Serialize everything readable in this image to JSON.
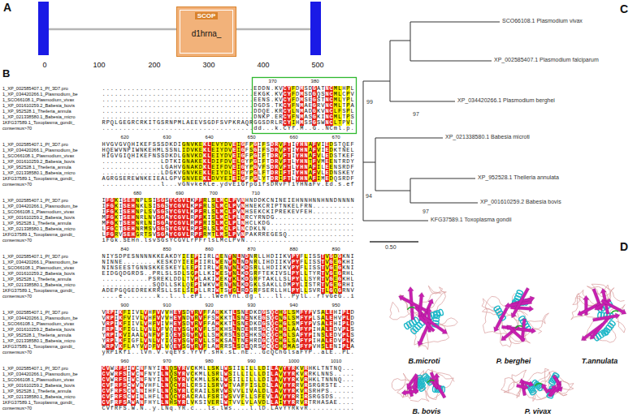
{
  "diagram": {
    "nodes": [
      {
        "text": [
          "SCOP",
          "d1hrna_"
        ]
      }
    ],
    "labels": [
      "A",
      "0",
      "100",
      "200",
      "300",
      "400",
      "500",
      "B",
      "370",
      "380",
      "1_XP_002585407.1_Pf_3D7.pro",
      "....................................EDDN.KVCYFDMSDGATNCMLHPL",
      "1_XP_034420266.1_Plasmodium_be",
      "....................................EKGK.KVCYFDMSDGQSNCMLCPV",
      "1_SCO66108.1_Plasmodium_vivax",
      "....................................EENS.KVCYFDMSEGSTNCMLYPL",
      "1_XP_001610259.2_Babesia_bovis",
      "....................................DGDS.TKCYFNMAEGRVNCMLTPA",
      "1_XP_952528.1_Theileria_annula",
      "....................................DDQE.KRCYLNMADGKVNCLFSPL",
      "1_XP_021338580.1_Babesia_micro",
      "....................................DNKP.ERCYFNMASGKINCMLTPS",
      "1KFG37589.1_Toxoplasma_gondii_",
      "RPQLGEGRCRKITGSRNPMLAEEVSGDFSVPKRAQRGGSDRLRCYIHMSSGSWNCLTPVL",
      "consensus>70",
      "....................................dd...k.CYf.M..G..NCml.p.",
      "620",
      "630",
      "640",
      "650",
      "660",
      "670",
      "1_XP_002585407.1_Pf_3D7.pro",
      "HVGVGVQHIKEFSSSDKDIGNVKEKLEVYDVEIGFPGIFSDRVFTIYHNAFVIEDSTQEF",
      "1_XP_034420266.1_Plasmodium_be",
      "HQEWVNPIWNKEHMLSSNLIDVKEKLEIYDVEIGFSGIFSDRVFTIYHNAFVIEDKTNEL",
      "1_SCO66108.1_Plasmodium_vivax",
      "HIGVGIQHIKEFNSSDKDLGNVKDKLEIYDVEIGFPGIFTDRVFTIYHNAFVLEDSTKEF",
      "1_XP_001610259.2_Babesia_bovis",
      "..............LDTKIGNAKEKLDIFDVELGYPGIFTDRVFTLYHNTFVMEENTRDY",
      "1_XP_952528.1_Theileria_annula",
      "..............LGAHVGNAKDKLEIFDVEIGYPGVFSDRVFTLYHNAFILEENSRDF",
      "1_XP_021338580.1_Babesia_micro",
      "..............LDGKVGNVKEKLEIYDLEIGYPGLFTDRIFTIYHNAFVLEDNSKEY",
      "1KFG37589.1_Toxoplasma_gondii_",
      "AGRGSEREWNKEIEALGPVGNVEEKLDVYEIEIGFPGLYTDRIFTLYHNAFIMEDQSRDF",
      "consensus>70",
      "..............l...vGNvkeKLe.ydvEiGfpGifsDRvFTiYHNaFv.Ed.s.ef",
      "680",
      "690",
      "700",
      "710",
      "1_XP_002585407.1_Pf_3D7.pro",
      "IFGKISEHNPLSISGSYCGVLKPFRLSLMCLPVNHNDDKCNINEIEHNNHNNHNNDNNNN",
      "1_XP_034420266.1_Plasmodium_be",
      "IFGKISEHNKLSISGSYCGVLKPFRLSLMCLPVNHNEKCRIPTNKELFRN..........",
      "1_SCO66108.1_Plasmodium_vivax",
      "IFGKISEHNPLSVSGSYCGVLKPFRLSLMCLPVNHSEKCKIPREKEVFEH..........",
      "1_XP_001610259.2_Babesia_bovis",
      "MFGKTSEHNRLNVSGAYCGVLRPFKISLMCLPLNRCYRNDG...................",
      "1_XP_952528.1_Theileria_annula",
      "MFGKTSEHNRLNISGAYCGVLRPFRISLMCLPLNHCLKDG....................",
      "1_XP_021338580.1_Babesia_micro",
      "LFGCTSEHNRMSVSGSYCGVLRPFRLSLMCLPLNCDKLN.....................",
      "1KFG37589.1_Toxoplasma_gondii_",
      "LFGRVSEHGRTSVSGAYCGVLRPFRMTLMSLPVNPAKRREGESQ................",
      "consensus>70",
      "iFGk.SEHn.lsvSGsYCGVLrPFrlsLMcLPvN..........................",
      "840",
      "850",
      "860",
      "870",
      "880",
      "890",
      "1_XP_002585407.1_Pf_3D7.pro",
      "NIYSDPESNNNNKKEAKDYIEEPIIRLWENYNLNDNRLLHDIIKVPYFLISSTVGDGKNI",
      "1_XP_034420266.1_Plasmodium_be",
      "NINNE........KESKDYIEEPIIRLWENYNLNDNRLIHDIIKVPYFLISSTVGEGKHI",
      "1_SCO66108.1_Plasmodium_vivax",
      "NINSEESTGNNSKKESKEYLEEPIIRLWENYNLKDSRLLHDIIKVPYFLISSTVGEGKNI",
      "1_XP_001610259.2_Babesia_bovis",
      "EIDGQDGRDS..PRLSLSDLSGPLLKIWESYNLKDGRFTEKIVSLPYLLTYRTVGEGRHL",
      "1_XP_952528.1_Theileria_annula",
      "...........PSREKLDDLTVPLAKIWEKYKLKDGRFTAKLLSLPYLLSYRTVGEGKHL",
      "1_XP_021338580.1_Babesia_micro",
      "............SQDLLSKLQEPIWKVWENYNLKDGKLSAKLLDMPYLISTRTVGEGRHI",
      "1KFG37589.1_Toxoplasma_gondii_",
      "ADEPGQGEDREKRRSLLSELSEPLLRIWTSYGLRDGRFSERLLHLPYLLSVRTLGQGRNV",
      "consensus>70",
      "....e........k..l..l.ePi..lWenYnL.dg.l...ll..PylL..rTvGeG..i",
      "900",
      "910",
      "920",
      "930",
      "940",
      "950",
      "1_XP_002585407.1_Pf_3D7.pro",
      "VRPIKFIIVLVHFVVVHEYSDYRVFFAHKKTLSNEDKDGSQCHGLSMFYPVSALEHIPLD",
      "1_XP_034420266.1_Plasmodium_be",
      "VRPIKFVIVLVHFVVVHEYNDYRVFFSHKKTLSNENKEGSQCNGLSMFYPLSALEHVPLD",
      "1_SCO66108.1_Plasmodium_vivax",
      "VRPIKFIIVLVHFVIVHEYSDYRVFFAHKKTLSNEDKDGSQCHGLSMFYPVSALEHIPLD",
      "1_XP_001610259.2_Babesia_bovis",
      "FRPLKFIGLLVNLVFVQEYSGYKVFLSHKHSLNDEHRSGCQCHGLAAFYPIHALEDVPLS",
      "1_XP_952528.1_Theileria_annula",
      "YRPIKVIAALVNFVFIQEYSGYRVLLSHKRSLSDEHKSGCQCHGLSAFYPINSLEDVPLS",
      "1_XP_021338580.1_Babesia_micro",
      "YRPLKFIGFLVNLVYIQEYSGYRVLLSHKSALTNEHRDGCQCHGLSAFYPIHALEDVPLK",
      "1KFG37589.1_Toxoplasma_gondii_",
      "WRPVKFLAYVVDFVLVQEYSGYRVFLAHRRSLSDEQRSGCQCHGMASFYPVHSLENIPLA",
      "consensus>70",
      "yRPiKfi..lVn.V.vqEYs.YrVf.sHk.sL.nE...GcQChGlsaFYP..aLE..PL.",
      "960",
      "970",
      "980",
      "990",
      "1000",
      "1010",
      "1_XP_002585407.1_Pf_3D7.pro",
      "CVWRFSIWCNFNYILNQSYRVCKMLLSKLWSIILILLLDILAVYYRKVRHKLTNTNQ...",
      "1_XP_034420266.1_Plasmodium_be",
      "CVWRFSIWCNFNYILNQSYRVCKMLLSRLWSILLILLLDILAVYYRKVRRKLNNS.....",
      "1_SCO66108.1_Plasmodium_vivax",
      "CVWRFSIWCNFNYILNQSYRVCKMLLSKLWSIILILLLDILAVYYRKVRHKLTNNNQ...",
      "1_XP_001610259.2_Babesia_bovis",
      "CVFRFSCWVNVHFLLNQCYRLCRSILSRVWTVAFFISLDLLAVYYRRVRSRGRSTE....",
      "1_XP_952528.1_Theileria_annula",
      "CVFRFSCWLNIHFLLNQSYRLCRAILSRVWSVVLIVALDLLAVYYRKVRSRHPS......",
      "1_XP_021338580.1_Babesia_micro",
      "CVFRFSCWINLHFLLNQCYRACRALFSRIWSVVFLLSFEVLAVYYRRIRSRGSDS.....",
      "1KFG37589.1_Toxoplasma_gondii_",
      "CVFRFSAWANFHYLLNHSYRLVKSIVERLWTVVLVLAVDLLAIYYRRVRTRHASAE....",
      "consensus>70",
      "CVfRFS.W.N..y.LNq.YR.c...ls.lWs....l.lD.LAvYYRkvR...........",
      "C",
      "SCO66108.1 Plasmodium vivax",
      "XP_002585407.1 Plasmodium falciparum",
      "XP_034420266.1 Plasmodium berghei",
      "99",
      "97",
      "XP_021338580.1 Babesia microti",
      "XP_952528.1 Theileria annulata",
      "94",
      "XP_001610259.2 Babesia bovis",
      "97",
      "KFG37589.1 Toxoplasma gondii",
      "0.50",
      "D",
      "B.microti",
      "P. berghei",
      "T.annulata",
      "B. bovis",
      "P. vivax"
    ]
  }
}
